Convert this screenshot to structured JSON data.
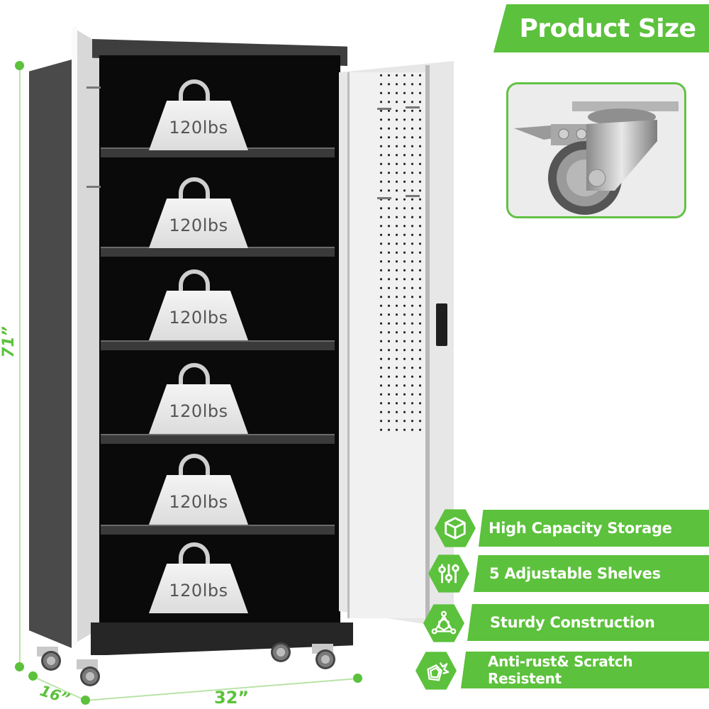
{
  "title": {
    "text": "Product Size"
  },
  "colors": {
    "accent_green": "#5cc13c",
    "cabinet_black": "#0a0a0a",
    "door_white": "#e7e7e7"
  },
  "caster_inset": {
    "icon": "locking-caster-wheel-icon"
  },
  "cabinet": {
    "shelves": [
      {
        "weight_label": "120lbs"
      },
      {
        "weight_label": "120lbs"
      },
      {
        "weight_label": "120lbs"
      },
      {
        "weight_label": "120lbs"
      },
      {
        "weight_label": "120lbs"
      },
      {
        "weight_label": "120lbs"
      }
    ]
  },
  "dimensions": {
    "height": "71”",
    "depth": "16”",
    "width": "32”"
  },
  "features": [
    {
      "icon": "box-icon",
      "label": "High Capacity Storage"
    },
    {
      "icon": "sliders-icon",
      "label": "5 Adjustable Shelves"
    },
    {
      "icon": "structure-icon",
      "label": "Sturdy Construction"
    },
    {
      "icon": "shield-icon",
      "label": "Anti-rust& Scratch Resistent"
    }
  ]
}
